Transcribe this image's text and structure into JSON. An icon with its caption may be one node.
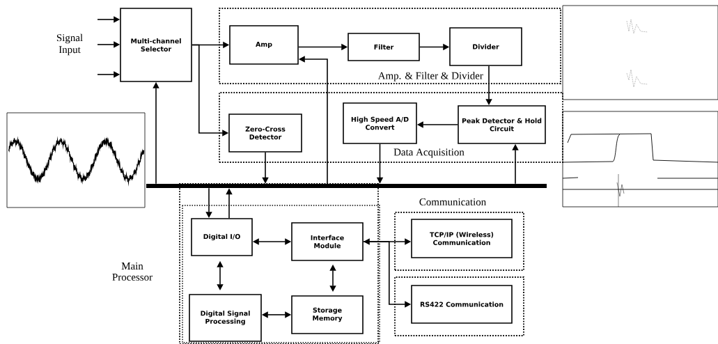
{
  "diagram": {
    "nodes": [
      {
        "text": [
          "Multi-channel Selector"
        ]
      },
      {
        "text": [
          "Amp. & Filter & Divider"
        ]
      },
      {
        "text": [
          "Amp"
        ],
        "in": 1
      },
      {
        "text": [
          "Filter"
        ],
        "in": 1
      },
      {
        "text": [
          "Divider"
        ],
        "in": 1
      },
      {
        "text": [
          "Data Acquisition"
        ]
      },
      {
        "text": [
          "Zero-Cross Detector"
        ],
        "in": 5
      },
      {
        "text": [
          "High Speed A/D Convert"
        ],
        "in": 5
      },
      {
        "text": [
          "Peak Detector & Hold Circuit"
        ],
        "in": 5
      },
      {
        "text": [
          "Main Processor"
        ]
      },
      {
        "text": [
          "Digital I/O"
        ],
        "in": 9
      },
      {
        "text": [
          "Interface Module"
        ],
        "in": 9
      },
      {
        "text": [
          "Digital Signal Processing"
        ],
        "in": 9
      },
      {
        "text": [
          "Storage Memory"
        ],
        "in": 9
      },
      {
        "text": [],
        "shape": "box"
      },
      {
        "text": [
          "TCP/IP (Wireless) Communication"
        ],
        "in": 14
      },
      {
        "text": [],
        "shape": "box"
      },
      {
        "text": [
          "RS422 Communication"
        ],
        "in": 16
      },
      {
        "text": [],
        "shape": "bar"
      }
    ],
    "edges": [
      {
        "from": null,
        "to": 0,
        "arrow": "to"
      },
      {
        "from": null,
        "to": 0,
        "arrow": "to"
      },
      {
        "from": null,
        "to": 0,
        "arrow": "to"
      },
      {
        "from": 0,
        "to": 2,
        "arrow": "to"
      },
      {
        "from": 0,
        "to": 6,
        "arrow": "to"
      },
      {
        "from": 2,
        "to": 3,
        "arrow": "to"
      },
      {
        "from": 3,
        "to": 4,
        "arrow": "to"
      },
      {
        "from": 4,
        "to": 8,
        "arrow": "to"
      },
      {
        "from": 8,
        "to": 7,
        "arrow": "to"
      },
      {
        "from": 18,
        "to": 0,
        "arrow": "to"
      },
      {
        "from": 18,
        "to": 2,
        "arrow": "to"
      },
      {
        "from": 6,
        "to": 18,
        "arrow": "to"
      },
      {
        "from": 7,
        "to": 18,
        "arrow": "to"
      },
      {
        "from": 18,
        "to": 8,
        "arrow": "to"
      },
      {
        "from": 18,
        "to": 10,
        "arrow": "to"
      },
      {
        "from": 10,
        "to": 18,
        "arrow": "to"
      },
      {
        "from": 10,
        "to": 11,
        "arrow": "both"
      },
      {
        "from": 10,
        "to": 12,
        "arrow": "both"
      },
      {
        "from": 11,
        "to": 13,
        "arrow": "both"
      },
      {
        "from": 12,
        "to": 13,
        "arrow": "both"
      },
      {
        "from": 11,
        "to": 15,
        "arrow": "both"
      },
      {
        "from": 11,
        "to": 17,
        "arrow": "to"
      }
    ],
    "labels": [
      "Signal Input",
      "Communication"
    ]
  }
}
